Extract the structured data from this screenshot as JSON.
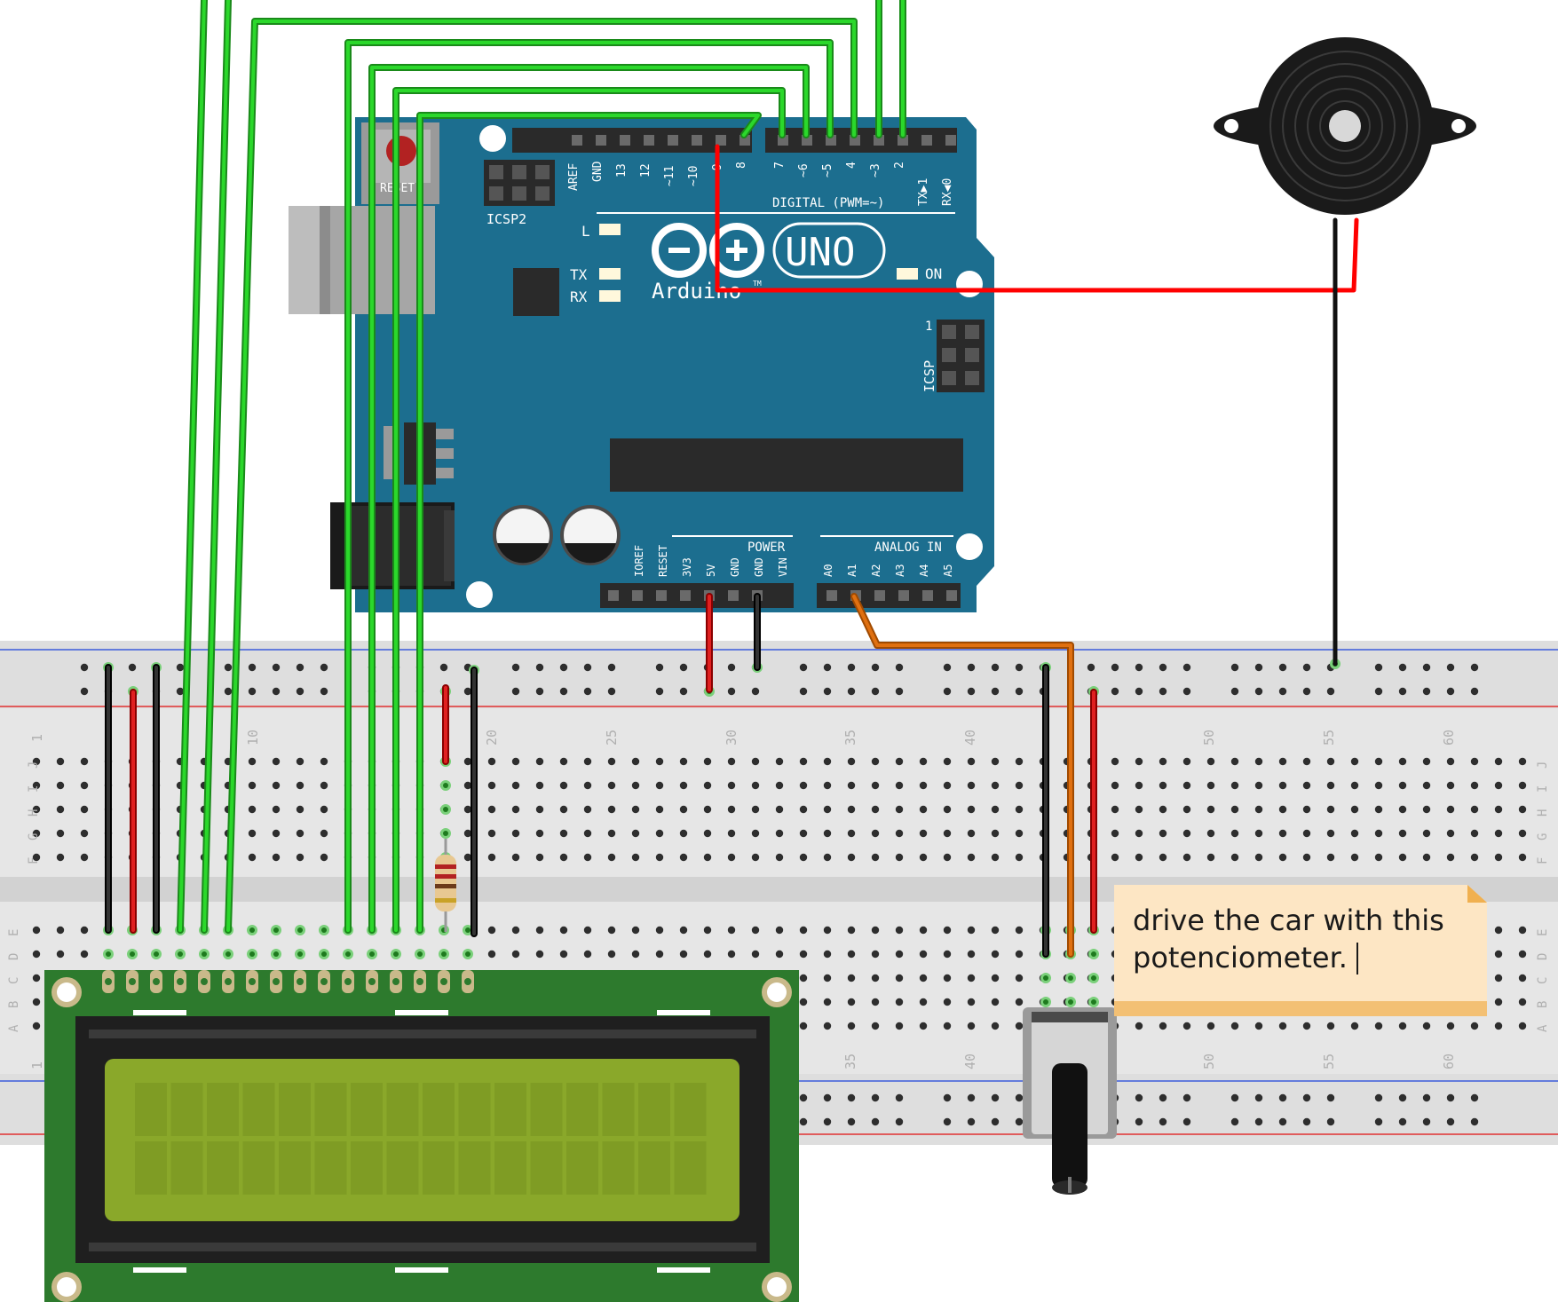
{
  "arduino": {
    "reset_label": "RESET",
    "icsp2_label": "ICSP2",
    "icsp_label": "ICSP",
    "icsp_pin1": "1",
    "digital_label": "DIGITAL (PWM=~)",
    "led_l": "L",
    "led_tx": "TX",
    "led_rx": "RX",
    "on_label": "ON",
    "brand": "Arduino",
    "tm": "TM",
    "model": "UNO",
    "power_label": "POWER",
    "analog_label": "ANALOG IN",
    "header_top_left_labels": [
      "AREF",
      "GND",
      "13",
      "12",
      "~11",
      "~10",
      "~9",
      "8"
    ],
    "header_top_right_labels": [
      "7",
      "~6",
      "~5",
      "4",
      "~3",
      "2",
      "TX▶1",
      "RX◀0"
    ],
    "power_pin_labels": [
      "IOREF",
      "RESET",
      "3V3",
      "5V",
      "GND",
      "GND",
      "VIN"
    ],
    "analog_pin_labels": [
      "A0",
      "A1",
      "A2",
      "A3",
      "A4",
      "A5"
    ]
  },
  "breadboard": {
    "row_letters_top": [
      "J",
      "I",
      "H",
      "G",
      "F"
    ],
    "row_letters_bottom": [
      "E",
      "D",
      "C",
      "B",
      "A"
    ],
    "column_numbers": [
      "1",
      "10",
      "20",
      "25",
      "30",
      "35",
      "40",
      "50",
      "55",
      "60"
    ],
    "bottom_column_numbers": [
      "1",
      "35",
      "40",
      "50",
      "55",
      "60"
    ]
  },
  "note": {
    "line1": "drive the car with this",
    "line2": "potenciometer."
  },
  "colors": {
    "board_blue": "#1c6e8f",
    "wire_green": "#2bb72b",
    "wire_red": "#ff0000",
    "wire_black": "#111111",
    "wire_orange": "#e07010",
    "lcd_pcb": "#2d7a2d",
    "lcd_screen": "#8aa82a",
    "note_bg": "#fde6c4"
  }
}
